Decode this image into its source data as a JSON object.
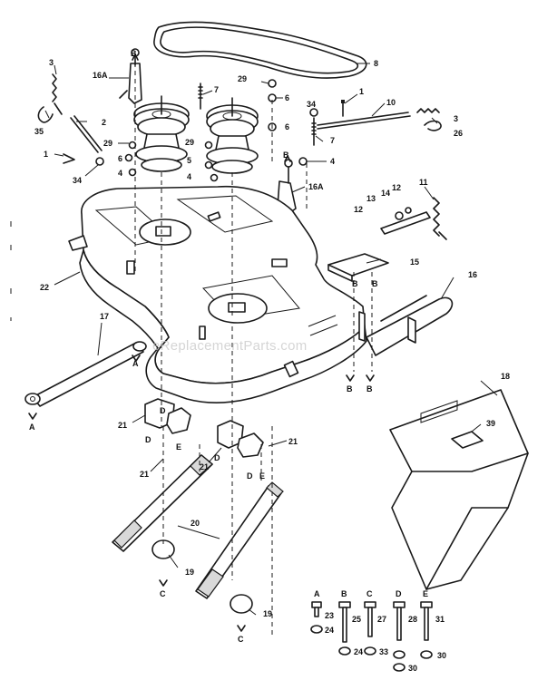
{
  "watermark": "eReplacementParts.com",
  "callouts": [
    {
      "id": "c-3a",
      "text": "3"
    },
    {
      "id": "c-16a-l",
      "text": "16A"
    },
    {
      "id": "c-2",
      "text": "2"
    },
    {
      "id": "c-35",
      "text": "35"
    },
    {
      "id": "c-1a",
      "text": "1"
    },
    {
      "id": "c-34a",
      "text": "34"
    },
    {
      "id": "c-29a",
      "text": "29"
    },
    {
      "id": "c-6a",
      "text": "6"
    },
    {
      "id": "c-4a",
      "text": "4"
    },
    {
      "id": "c-7a",
      "text": "7"
    },
    {
      "id": "c-29b",
      "text": "29"
    },
    {
      "id": "c-5",
      "text": "5"
    },
    {
      "id": "c-4b",
      "text": "4"
    },
    {
      "id": "c-8",
      "text": "8"
    },
    {
      "id": "c-29c",
      "text": "29"
    },
    {
      "id": "c-6b",
      "text": "6"
    },
    {
      "id": "c-34b",
      "text": "34"
    },
    {
      "id": "c-6c",
      "text": "6"
    },
    {
      "id": "c-1b",
      "text": "1"
    },
    {
      "id": "c-10",
      "text": "10"
    },
    {
      "id": "c-3b",
      "text": "3"
    },
    {
      "id": "c-26",
      "text": "26"
    },
    {
      "id": "c-7b",
      "text": "7"
    },
    {
      "id": "c-4c",
      "text": "4"
    },
    {
      "id": "c-16a-r",
      "text": "16A"
    },
    {
      "id": "c-11",
      "text": "11"
    },
    {
      "id": "c-12a",
      "text": "12"
    },
    {
      "id": "c-13",
      "text": "13"
    },
    {
      "id": "c-14",
      "text": "14"
    },
    {
      "id": "c-12b",
      "text": "12"
    },
    {
      "id": "c-15",
      "text": "15"
    },
    {
      "id": "c-16",
      "text": "16"
    },
    {
      "id": "c-22",
      "text": "22"
    },
    {
      "id": "c-17",
      "text": "17"
    },
    {
      "id": "c-18",
      "text": "18"
    },
    {
      "id": "c-39",
      "text": "39"
    },
    {
      "id": "c-21a",
      "text": "21"
    },
    {
      "id": "c-21b",
      "text": "21"
    },
    {
      "id": "c-21c",
      "text": "21"
    },
    {
      "id": "c-21d",
      "text": "21"
    },
    {
      "id": "c-20",
      "text": "20"
    },
    {
      "id": "c-19a",
      "text": "19"
    },
    {
      "id": "c-19b",
      "text": "19"
    },
    {
      "id": "c-23",
      "text": "23"
    },
    {
      "id": "c-24a",
      "text": "24"
    },
    {
      "id": "c-25",
      "text": "25"
    },
    {
      "id": "c-24b",
      "text": "24"
    },
    {
      "id": "c-27",
      "text": "27"
    },
    {
      "id": "c-33",
      "text": "33"
    },
    {
      "id": "c-28",
      "text": "28"
    },
    {
      "id": "c-30a",
      "text": "30"
    },
    {
      "id": "c-31",
      "text": "31"
    },
    {
      "id": "c-30b",
      "text": "30"
    }
  ],
  "letters": [
    {
      "id": "l-A1",
      "text": "A"
    },
    {
      "id": "l-A2",
      "text": "A"
    },
    {
      "id": "l-B1",
      "text": "B"
    },
    {
      "id": "l-B2",
      "text": "B"
    },
    {
      "id": "l-B3",
      "text": "B"
    },
    {
      "id": "l-B4",
      "text": "B"
    },
    {
      "id": "l-C1",
      "text": "C"
    },
    {
      "id": "l-C2",
      "text": "C"
    },
    {
      "id": "l-D1",
      "text": "D"
    },
    {
      "id": "l-D2",
      "text": "D"
    },
    {
      "id": "l-D3",
      "text": "D"
    },
    {
      "id": "l-D4",
      "text": "D"
    },
    {
      "id": "l-E1",
      "text": "E"
    },
    {
      "id": "l-E2",
      "text": "E"
    },
    {
      "id": "l-B5",
      "text": "B"
    },
    {
      "id": "l-B6",
      "text": "B"
    },
    {
      "id": "l-lA",
      "text": "A"
    },
    {
      "id": "l-lB",
      "text": "B"
    },
    {
      "id": "l-lC",
      "text": "C"
    },
    {
      "id": "l-lD",
      "text": "D"
    },
    {
      "id": "l-lE",
      "text": "E"
    }
  ]
}
